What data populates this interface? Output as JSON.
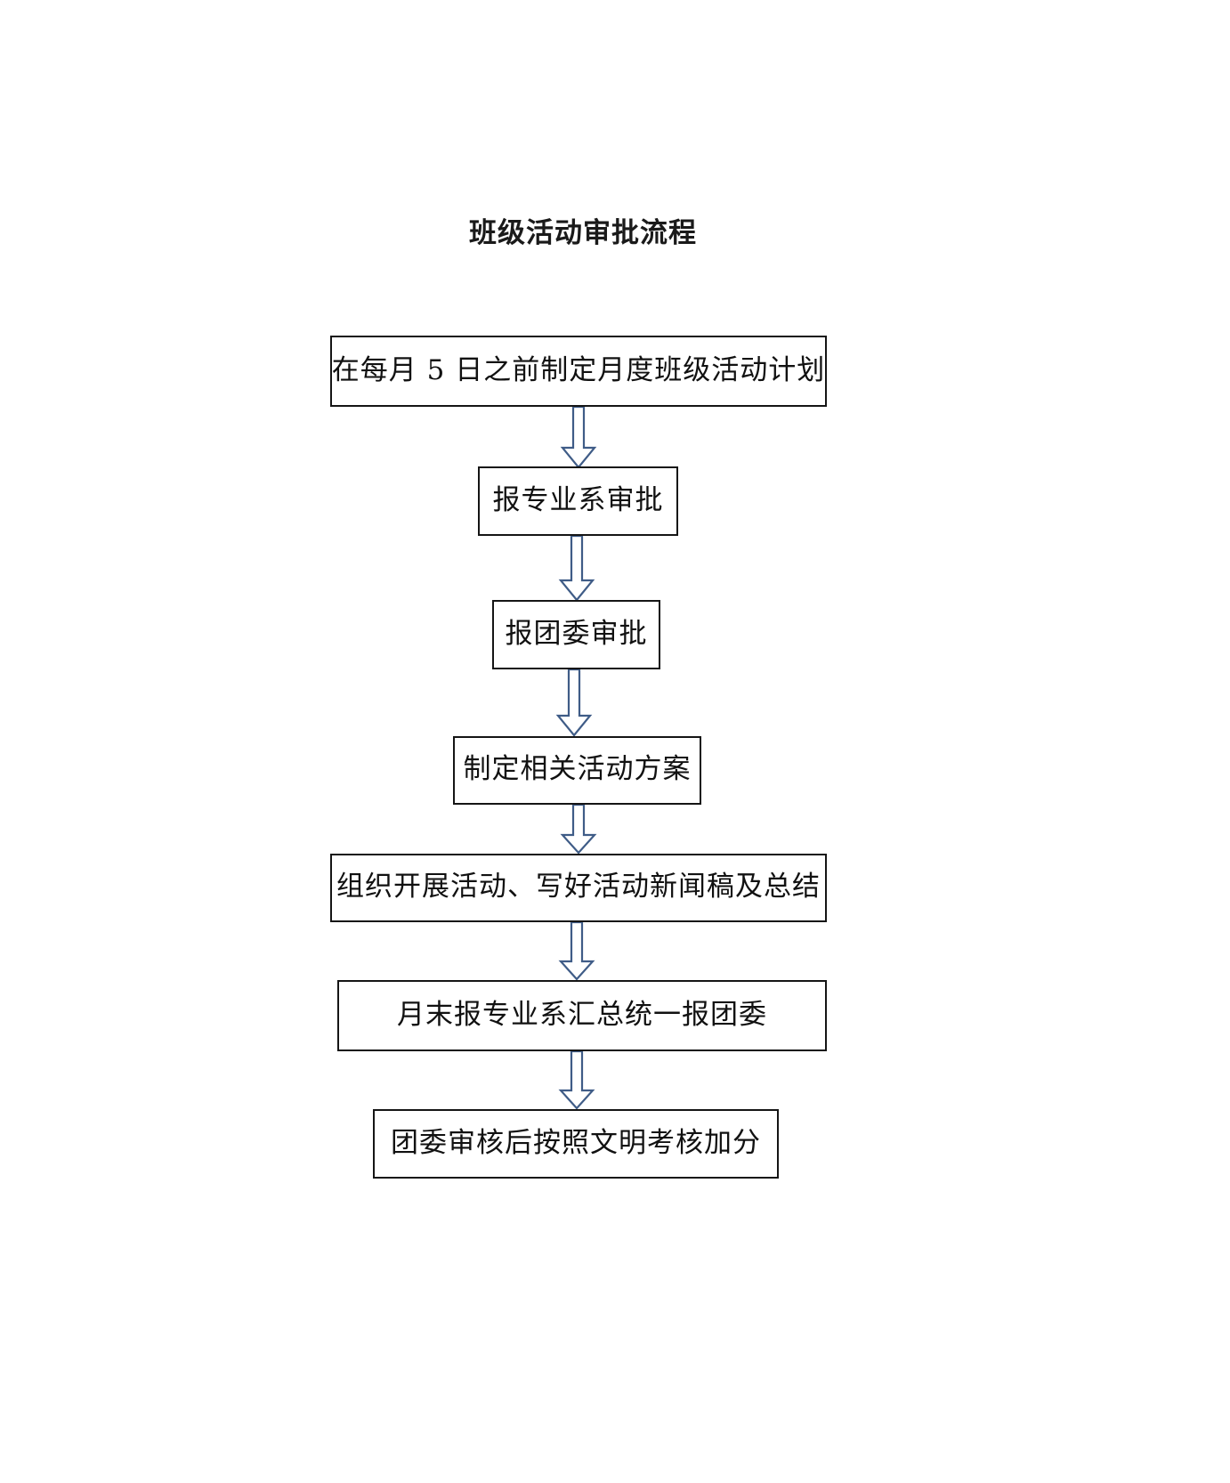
{
  "document": {
    "title": "班级活动审批流程",
    "background_color": "#ffffff",
    "box_border_color": "#151515",
    "arrow_color": "#3f5c87"
  },
  "flowchart": {
    "type": "vertical-linear-flow",
    "steps": [
      {
        "id": "step-1",
        "label": "在每月 5 日之前制定月度班级活动计划"
      },
      {
        "id": "step-2",
        "label": "报专业系审批"
      },
      {
        "id": "step-3",
        "label": "报团委审批"
      },
      {
        "id": "step-4",
        "label": "制定相关活动方案"
      },
      {
        "id": "step-5",
        "label": "组织开展活动、写好活动新闻稿及总结"
      },
      {
        "id": "step-6",
        "label": "月末报专业系汇总统一报团委"
      },
      {
        "id": "step-7",
        "label": "团委审核后按照文明考核加分"
      }
    ],
    "connectors": [
      {
        "id": "arrow-1-2",
        "from": "step-1",
        "to": "step-2",
        "shape": "hollow-block-arrow",
        "direction": "down"
      },
      {
        "id": "arrow-2-3",
        "from": "step-2",
        "to": "step-3",
        "shape": "hollow-block-arrow",
        "direction": "down"
      },
      {
        "id": "arrow-3-4",
        "from": "step-3",
        "to": "step-4",
        "shape": "hollow-block-arrow",
        "direction": "down"
      },
      {
        "id": "arrow-4-5",
        "from": "step-4",
        "to": "step-5",
        "shape": "hollow-block-arrow",
        "direction": "down"
      },
      {
        "id": "arrow-5-6",
        "from": "step-5",
        "to": "step-6",
        "shape": "hollow-block-arrow",
        "direction": "down"
      },
      {
        "id": "arrow-6-7",
        "from": "step-6",
        "to": "step-7",
        "shape": "hollow-block-arrow",
        "direction": "down"
      }
    ]
  }
}
